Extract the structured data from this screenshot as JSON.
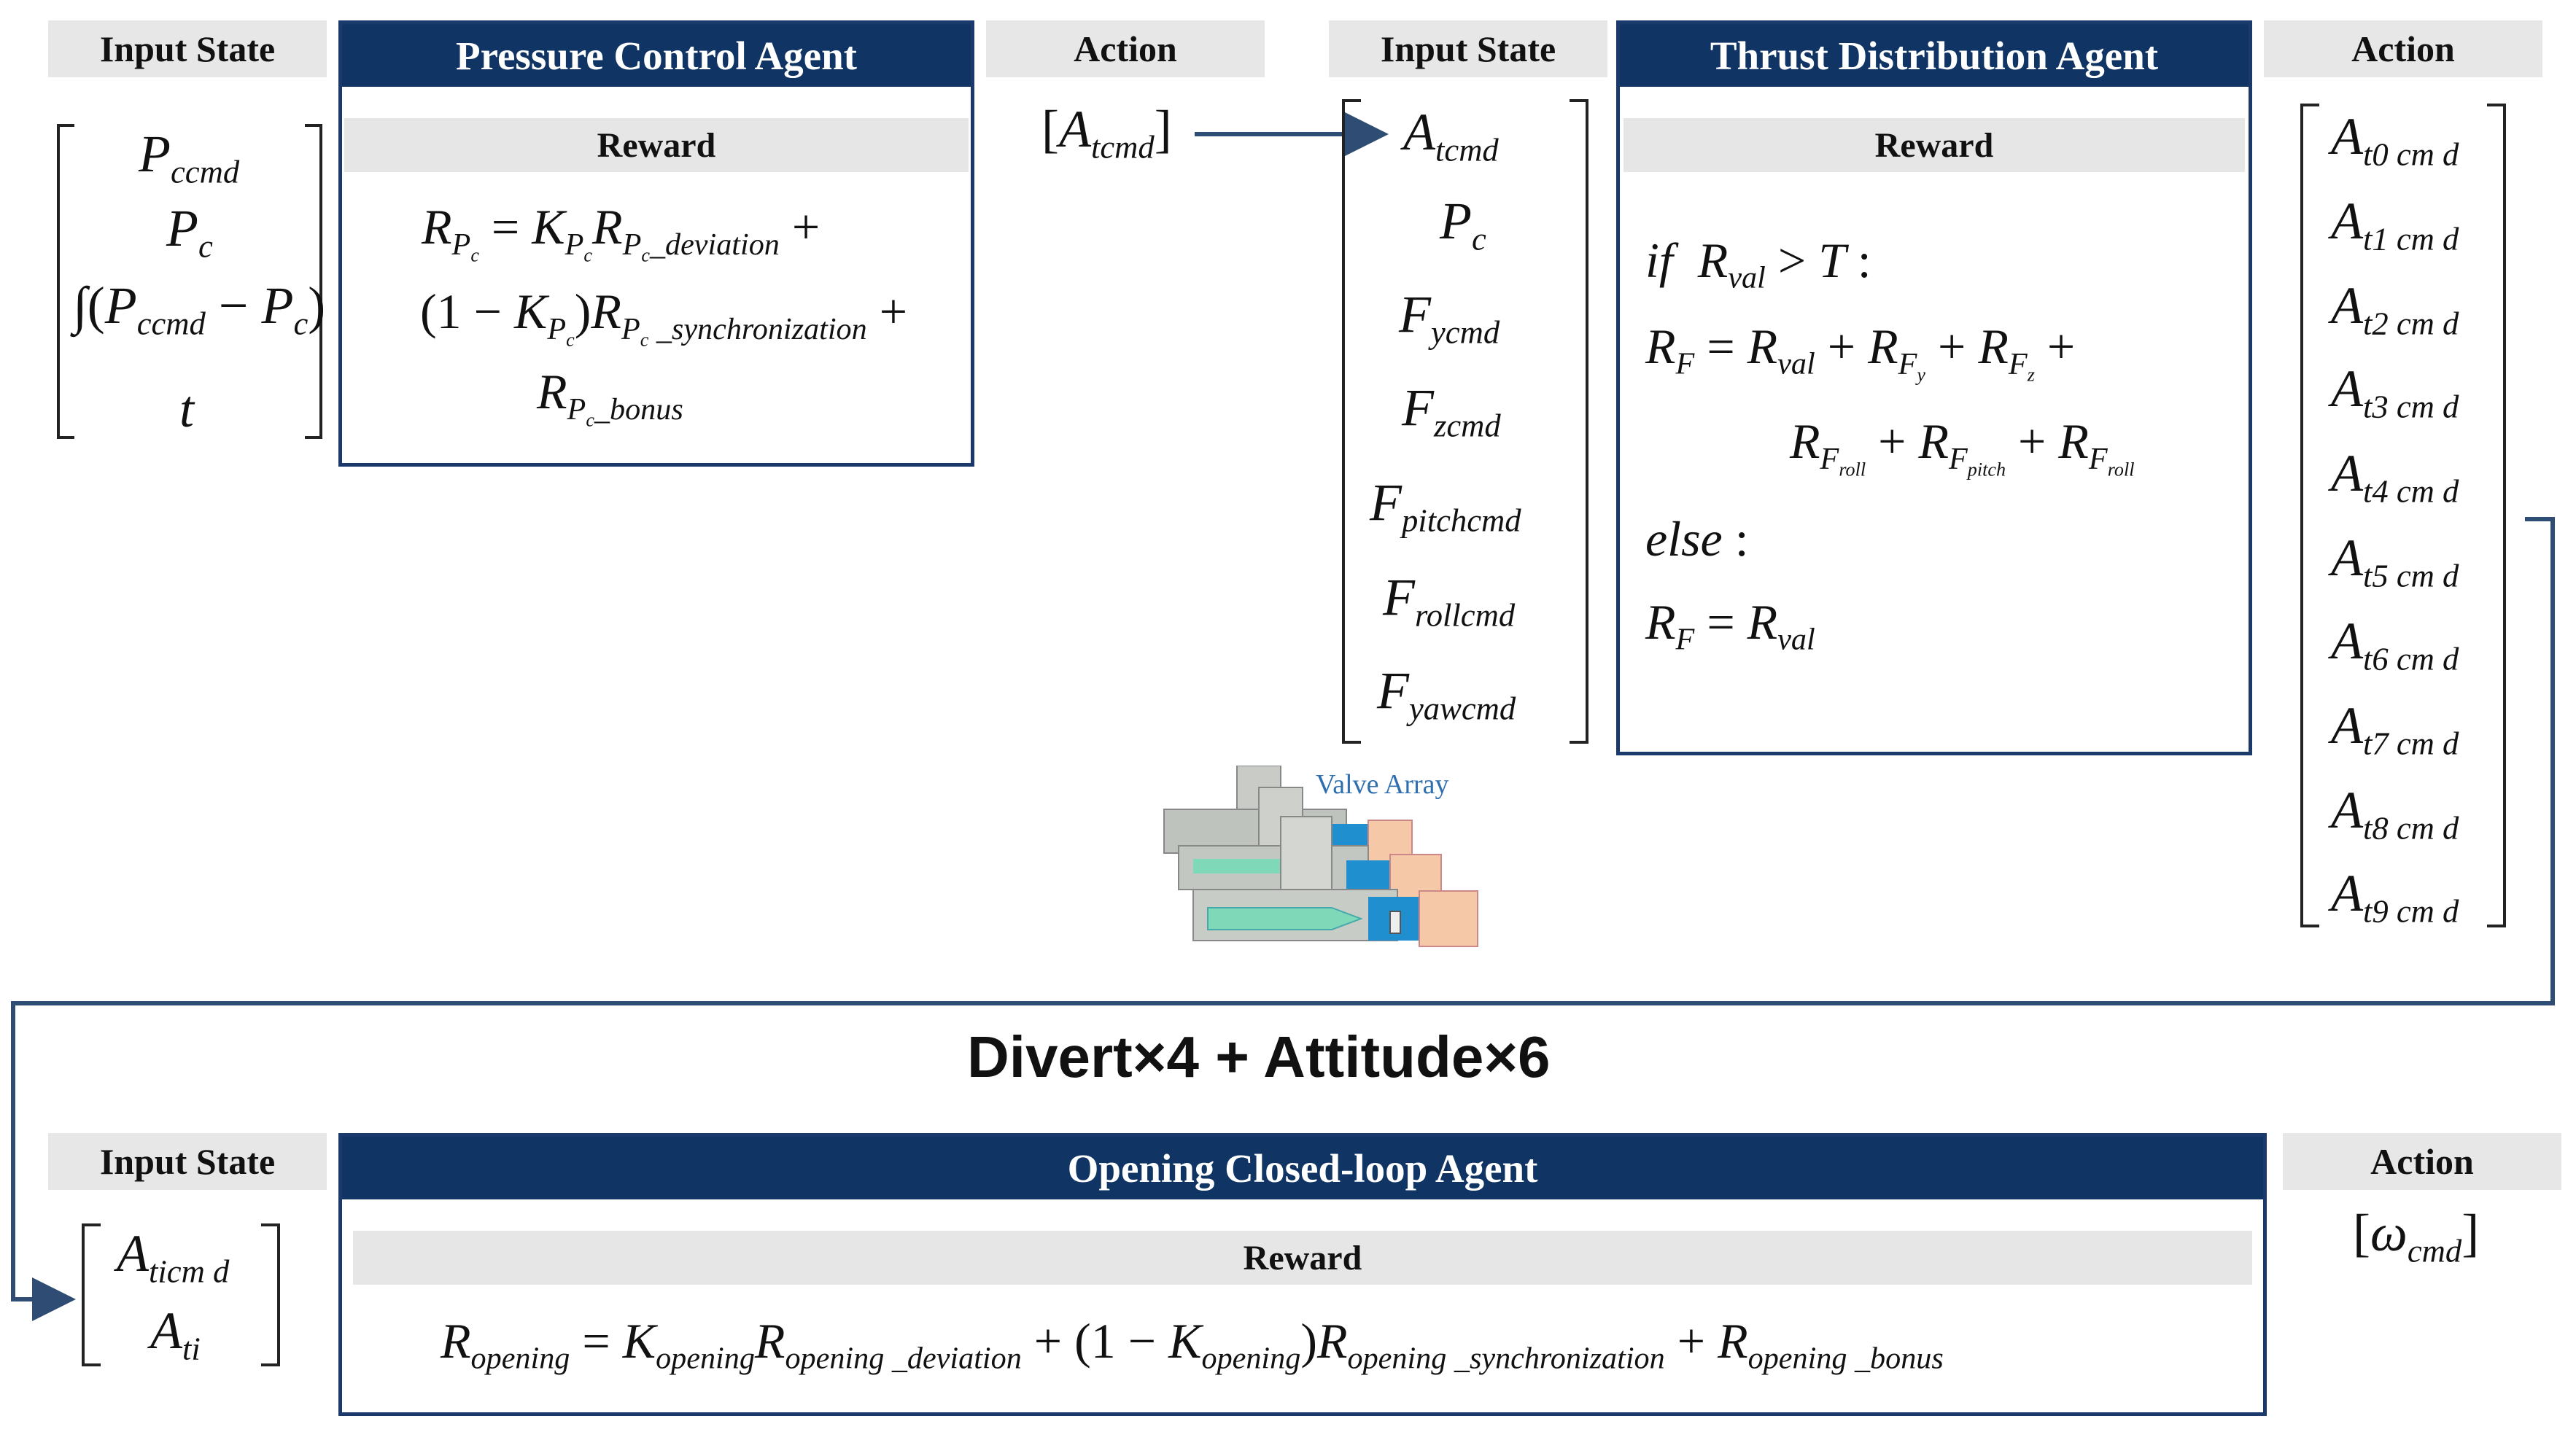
{
  "pressure_section": {
    "input_header": "Input  State",
    "agent_title": "Pressure Control Agent",
    "reward_label": "Reward",
    "action_header": "Action",
    "plus": "+"
  },
  "thrust_section": {
    "input_header": "Input  State",
    "agent_title": "Thrust Distribution Agent",
    "reward_label": "Reward",
    "action_header": "Action"
  },
  "opening_section": {
    "input_header": "Input  State",
    "agent_title": "Opening Closed-loop Agent",
    "reward_label": "Reward",
    "action_header": "Action"
  },
  "valve_label": "Valve Array",
  "banner": "Divert×4 + Attitude×6",
  "colors": {
    "agent_title_bg": "#103565",
    "agent_border": "#1b3a6b",
    "header_bg": "#e7e7e7",
    "arrow": "#2f4d74",
    "valve_label": "#2f6fb0"
  },
  "icons": [
    "valve-array-illustration",
    "arrow-right",
    "connector-arrow"
  ]
}
